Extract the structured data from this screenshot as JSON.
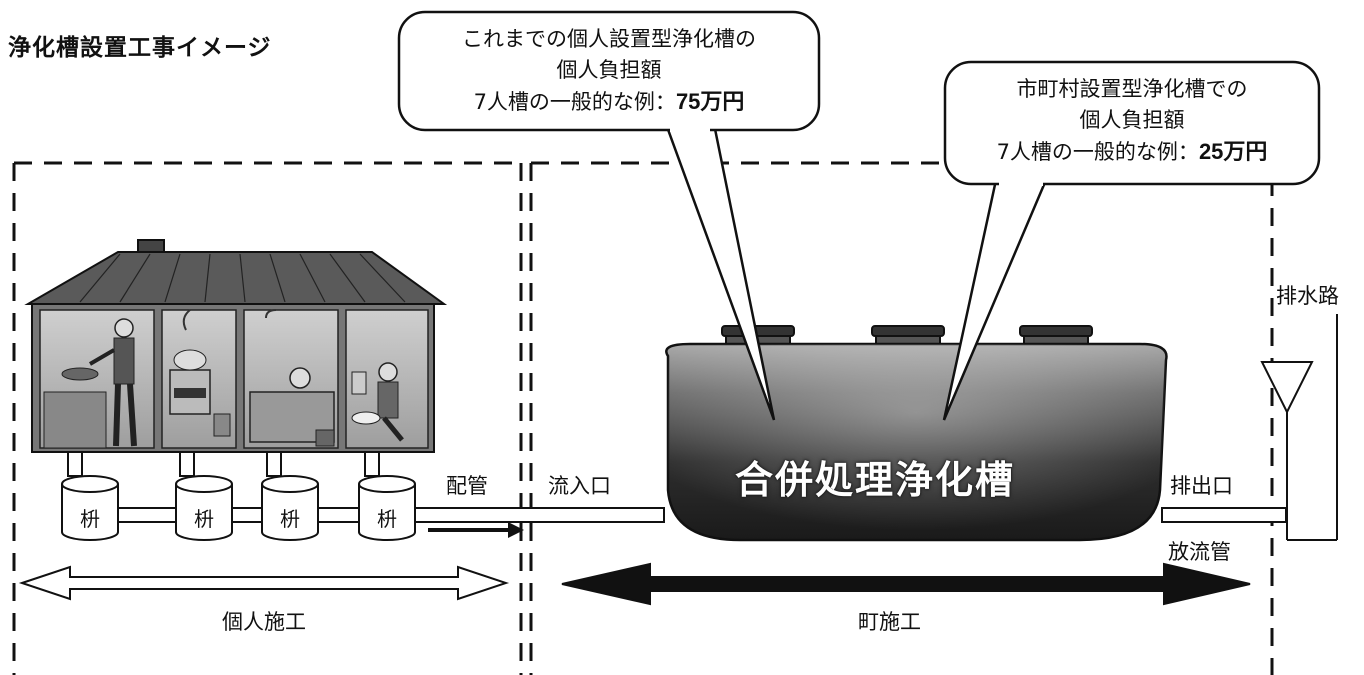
{
  "title": "浄化槽設置工事イメージ",
  "callout_private": {
    "line1": "これまでの個人設置型浄化槽の",
    "line2": "個人負担額",
    "line3_prefix": "7人槽の一般的な例：",
    "amount": "75万円"
  },
  "callout_municipal": {
    "line1": "市町村設置型浄化槽での",
    "line2": "個人負担額",
    "line3_prefix": "7人槽の一般的な例：",
    "amount": "25万円"
  },
  "tank_label": "合併処理浄化槽",
  "labels": {
    "piping": "配管",
    "inlet": "流入口",
    "outlet": "排出口",
    "drain_channel": "排水路",
    "discharge_pipe": "放流管"
  },
  "catch_basins": [
    "枡",
    "枡",
    "枡",
    "枡"
  ],
  "scopes": {
    "individual": "個人施工",
    "town": "町施工"
  }
}
